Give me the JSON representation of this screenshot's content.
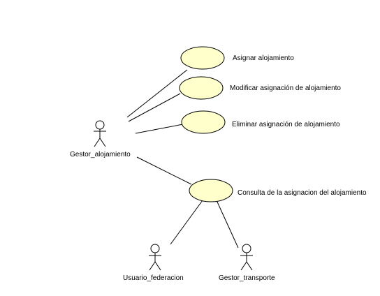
{
  "colors": {
    "usecase_fill": "#ffffcc",
    "stroke": "#000000",
    "background": "#ffffff"
  },
  "actors": {
    "gestor_alojamiento": "Gestor_alojamiento",
    "usuario_federacion": "Usuario_federacion",
    "gestor_transporte": "Gestor_transporte"
  },
  "use_cases": {
    "asignar": "Asignar alojamiento",
    "modificar": "Modificar asignación de alojamiento",
    "eliminar": "Eliminar asignación de alojamiento",
    "consulta": "Consulta de la asignacion del alojamiento"
  }
}
